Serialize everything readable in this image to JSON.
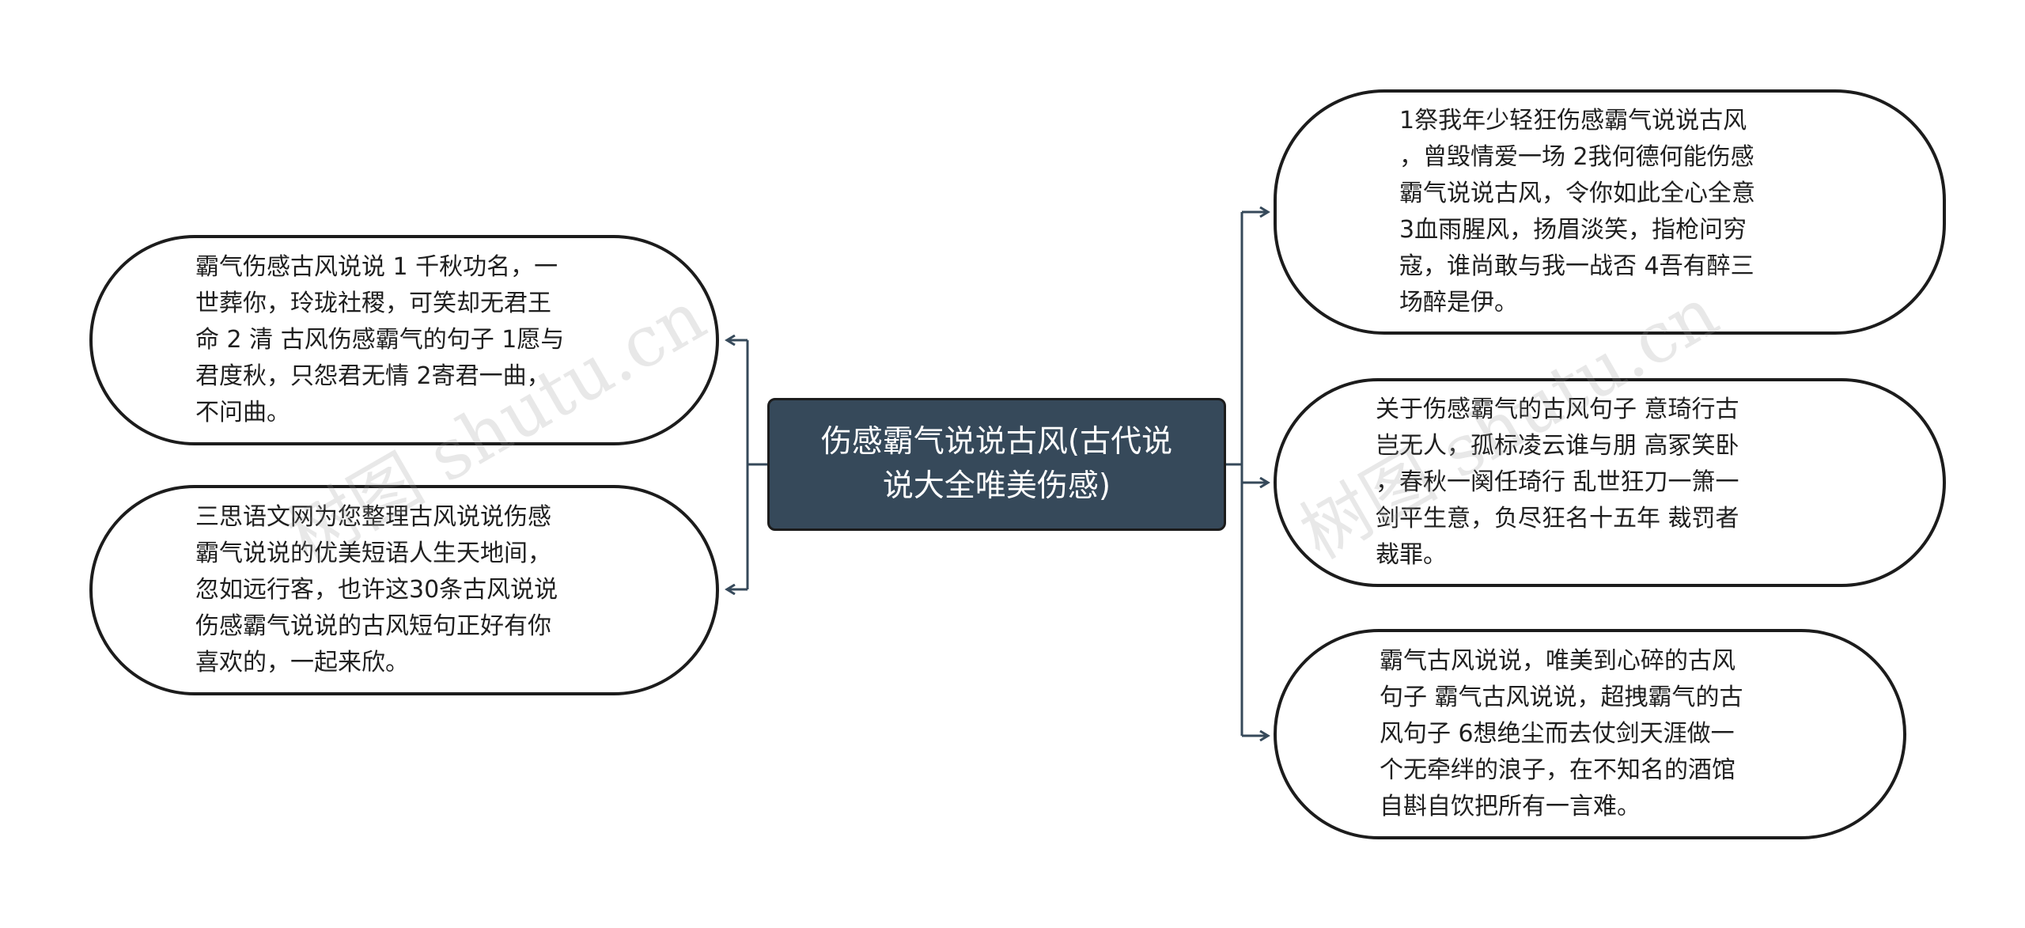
{
  "central": {
    "title": "伤感霸气说说古风(古代说\n说大全唯美伤感)"
  },
  "left_nodes": [
    {
      "text": "霸气伤感古风说说 1 千秋功名，一\n世葬你，玲珑社稷，可笑却无君王\n命 2 清 古风伤感霸气的句子 1愿与\n君度秋，只怨君无情 2寄君一曲，\n不问曲。"
    },
    {
      "text": "三思语文网为您整理古风说说伤感\n霸气说说的优美短语人生天地间，\n忽如远行客，也许这30条古风说说\n伤感霸气说说的古风短句正好有你\n喜欢的，一起来欣。"
    }
  ],
  "right_nodes": [
    {
      "text": "1祭我年少轻狂伤感霸气说说古风\n，曾毁情爱一场 2我何德何能伤感\n霸气说说古风，令你如此全心全意\n3血雨腥风，扬眉淡笑，指枪问穷\n寇，谁尚敢与我一战否 4吾有醉三\n场醉是伊。"
    },
    {
      "text": "关于伤感霸气的古风句子 意琦行古\n岂无人，孤标凌云谁与朋 高冢笑卧\n，春秋一阕任琦行 乱世狂刀一箫一\n剑平生意，负尽狂名十五年 裁罚者\n裁罪。"
    },
    {
      "text": "霸气古风说说，唯美到心碎的古风\n句子 霸气古风说说，超拽霸气的古\n风句子 6想绝尘而去仗剑天涯做一\n个无牵绊的浪子，在不知名的酒馆\n自斟自饮把所有一言难。"
    }
  ],
  "watermarks": [
    "树图 shutu.cn",
    "树图 shutu.cn"
  ],
  "colors": {
    "central_fill": "#36495a",
    "connector": "#36495a",
    "node_border": "#1c1c1c"
  }
}
